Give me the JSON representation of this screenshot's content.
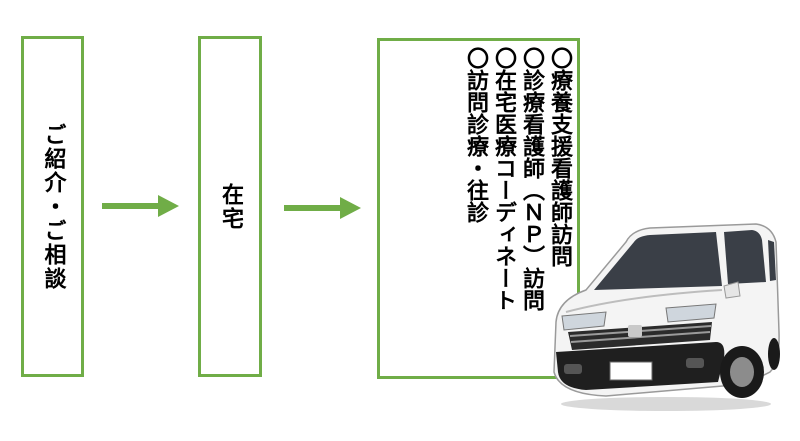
{
  "steps": [
    {
      "label": "ご紹介・ご相談"
    },
    {
      "label": "在宅"
    },
    {
      "lines": [
        "〇療養支援看護師訪問",
        "〇診療看護師（ＮＰ）訪問",
        "〇在宅医療コーディネート",
        "〇訪問診療・往診"
      ]
    }
  ],
  "colors": {
    "border": "#70ad47",
    "arrow": "#70ad47"
  },
  "icons": {
    "arrow": "right-arrow-icon",
    "vehicle": "car-icon"
  }
}
